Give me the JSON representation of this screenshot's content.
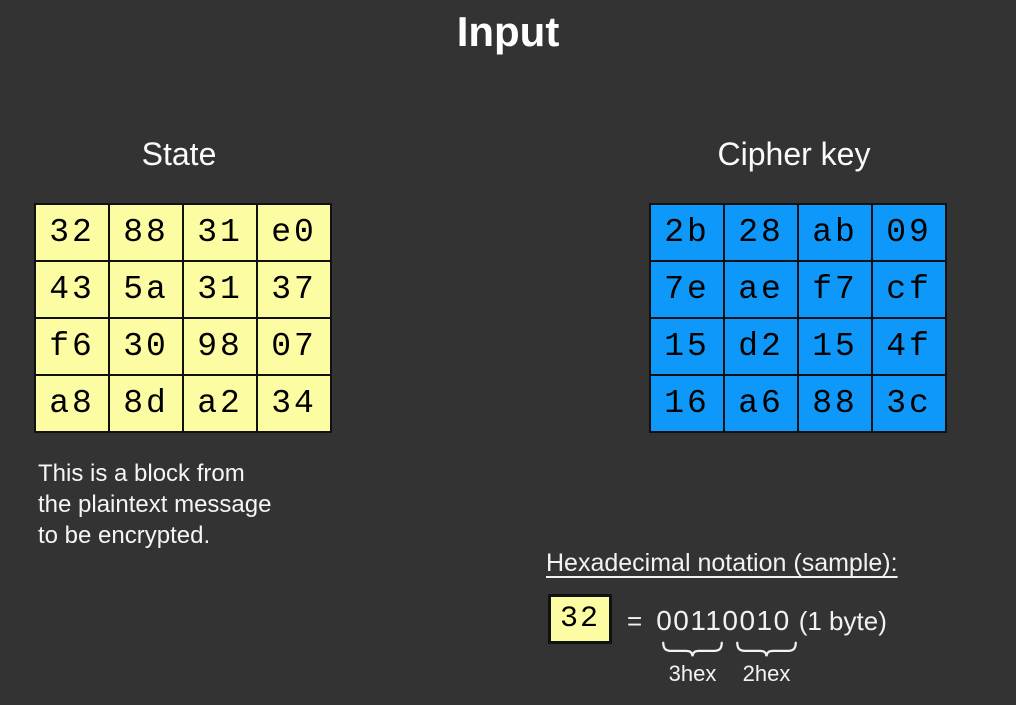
{
  "page": {
    "title": "Input",
    "background": "#333333"
  },
  "state": {
    "heading": "State",
    "cell_color": "#FCFCA2",
    "rows": [
      [
        "32",
        "88",
        "31",
        "e0"
      ],
      [
        "43",
        "5a",
        "31",
        "37"
      ],
      [
        "f6",
        "30",
        "98",
        "07"
      ],
      [
        "a8",
        "8d",
        "a2",
        "34"
      ]
    ],
    "caption_lines": [
      "This is a block from",
      "the plaintext message",
      "to be encrypted."
    ]
  },
  "cipher_key": {
    "heading": "Cipher key",
    "cell_color": "#0E99FA",
    "rows": [
      [
        "2b",
        "28",
        "ab",
        "09"
      ],
      [
        "7e",
        "ae",
        "f7",
        "cf"
      ],
      [
        "15",
        "d2",
        "15",
        "4f"
      ],
      [
        "16",
        "a6",
        "88",
        "3c"
      ]
    ]
  },
  "hex_sample": {
    "heading": "Hexadecimal notation (sample):",
    "box_value": "32",
    "box_color": "#FCFCA2",
    "equals_sign": "=",
    "binary_parts": [
      "0011",
      "0010"
    ],
    "byte_note": "(1 byte)",
    "brace_labels": [
      "3hex",
      "2hex"
    ]
  }
}
